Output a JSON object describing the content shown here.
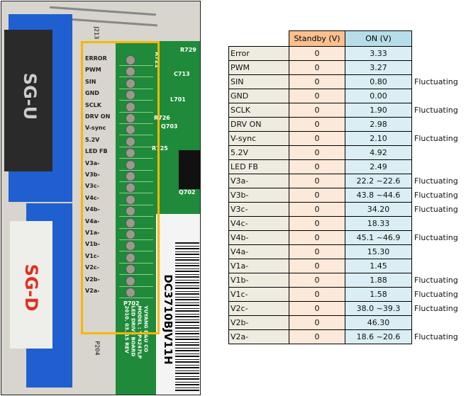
{
  "photo": {
    "pin_labels": [
      "ERROR",
      "PWM",
      "SIN",
      "GND",
      "SCLK",
      "DRV ON",
      "V-sync",
      "5.2V",
      "LED FB",
      "V3a-",
      "V3b-",
      "V3c-",
      "V4c-",
      "V4b-",
      "V4a-",
      "V1a-",
      "V1b-",
      "V1c-",
      "V2c-",
      "V2b-",
      "V2a-"
    ],
    "connector_top": "SG-U",
    "connector_bottom": "SG-D",
    "refs": {
      "j213": "J213",
      "r729": "R729",
      "r721": "R721",
      "c713": "C713",
      "l701": "L701",
      "r726": "R726",
      "q703": "Q703",
      "r725": "R725",
      "q702": "Q702",
      "p702": "P702",
      "p204": "P204"
    },
    "barcode_text": "DC3710BJV11H",
    "board_text": [
      "YUYANG D&U CO",
      "MODEL : YP4247LP",
      "LED DRIVE BOARD",
      "2010. 03. 15 REV"
    ],
    "highlight_color": "#f5b800"
  },
  "table": {
    "headers": {
      "standby": "Standby (V)",
      "on": "ON (V)"
    },
    "rows": [
      {
        "name": "Error",
        "standby": "0",
        "on": "3.33",
        "note": ""
      },
      {
        "name": "PWM",
        "standby": "0",
        "on": "3.27",
        "note": ""
      },
      {
        "name": "SIN",
        "standby": "0",
        "on": "0.80",
        "note": "Fluctuating"
      },
      {
        "name": "GND",
        "standby": "0",
        "on": "0.00",
        "note": ""
      },
      {
        "name": "SCLK",
        "standby": "0",
        "on": "1.90",
        "note": "Fluctuating"
      },
      {
        "name": "DRV ON",
        "standby": "0",
        "on": "2.98",
        "note": ""
      },
      {
        "name": "V-sync",
        "standby": "0",
        "on": "2.10",
        "note": "Fluctuating"
      },
      {
        "name": "5.2V",
        "standby": "0",
        "on": "4.92",
        "note": ""
      },
      {
        "name": "LED FB",
        "standby": "0",
        "on": "2.49",
        "note": ""
      },
      {
        "name": "V3a-",
        "standby": "0",
        "on": "22.2 ~22.6",
        "note": "Fluctuating"
      },
      {
        "name": "V3b-",
        "standby": "0",
        "on": "43.8 ~44.6",
        "note": "Fluctuating"
      },
      {
        "name": "V3c-",
        "standby": "0",
        "on": "34.20",
        "note": "Fluctuating"
      },
      {
        "name": "V4c-",
        "standby": "0",
        "on": "18.33",
        "note": ""
      },
      {
        "name": "V4b-",
        "standby": "0",
        "on": "45.1 ~46.9",
        "note": "Fluctuating"
      },
      {
        "name": "V4a-",
        "standby": "0",
        "on": "15.30",
        "note": ""
      },
      {
        "name": "V1a-",
        "standby": "0",
        "on": "1.45",
        "note": ""
      },
      {
        "name": "V1b-",
        "standby": "0",
        "on": "1.88",
        "note": "Fluctuating"
      },
      {
        "name": "V1c-",
        "standby": "0",
        "on": "1.58",
        "note": "Fluctuating"
      },
      {
        "name": "V2c-",
        "standby": "0",
        "on": "38.0 ~39.3",
        "note": "Fluctuating"
      },
      {
        "name": "V2b-",
        "standby": "0",
        "on": "46.30",
        "note": ""
      },
      {
        "name": "V2a-",
        "standby": "0",
        "on": "18.6 ~20.6",
        "note": "Fluctuating"
      }
    ]
  }
}
